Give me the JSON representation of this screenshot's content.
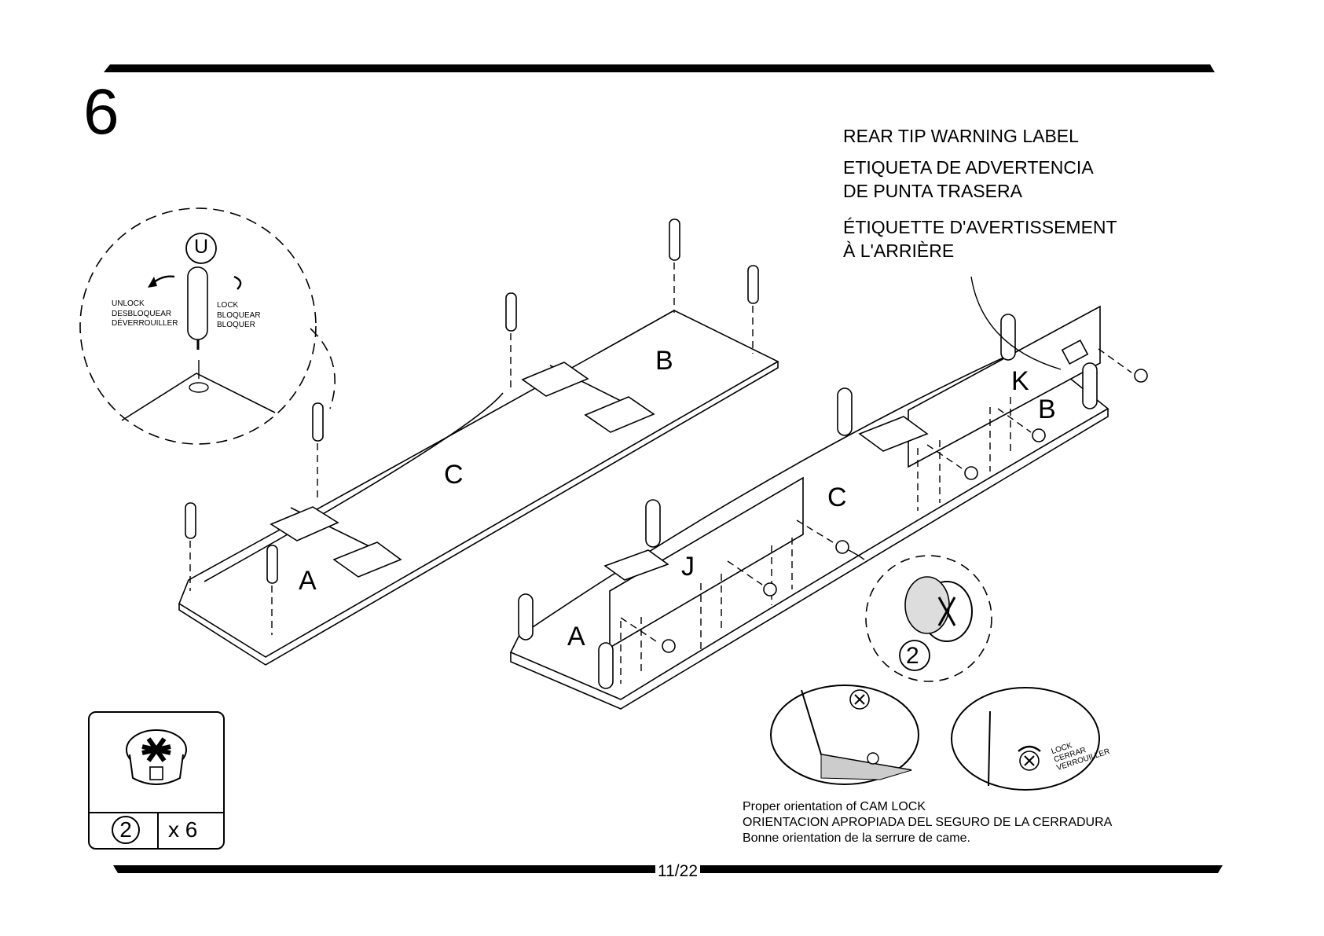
{
  "step_number": "6",
  "warning_label": {
    "en": "REAR TIP WARNING LABEL",
    "es_line1": "ETIQUETA DE ADVERTENCIA",
    "es_line2": "DE PUNTA TRASERA",
    "fr_line1": "ÉTIQUETTE D'AVERTISSEMENT",
    "fr_line2": "À L'ARRIÈRE"
  },
  "detail_callout": {
    "part": "U",
    "unlock": [
      "UNLOCK",
      "DESBLOQUEAR",
      "DÉVERROUILLER"
    ],
    "lock": [
      "LOCK",
      "BLOQUEAR",
      "BLOQUER"
    ]
  },
  "part_labels": {
    "A": "A",
    "B": "B",
    "C": "C",
    "J": "J",
    "K": "K",
    "cam": "2"
  },
  "cam_lock_detail": {
    "lock_stamp": [
      "LOCK",
      "CERRAR",
      "VERROUILLER"
    ],
    "caption": [
      "Proper orientation of CAM LOCK",
      "ORIENTACION APROPIADA DEL SEGURO DE LA CERRADURA",
      "Bonne orientation de la serrure de came."
    ]
  },
  "hardware_box": {
    "part": "2",
    "quantity": "x 6"
  },
  "page_number": "11/22"
}
